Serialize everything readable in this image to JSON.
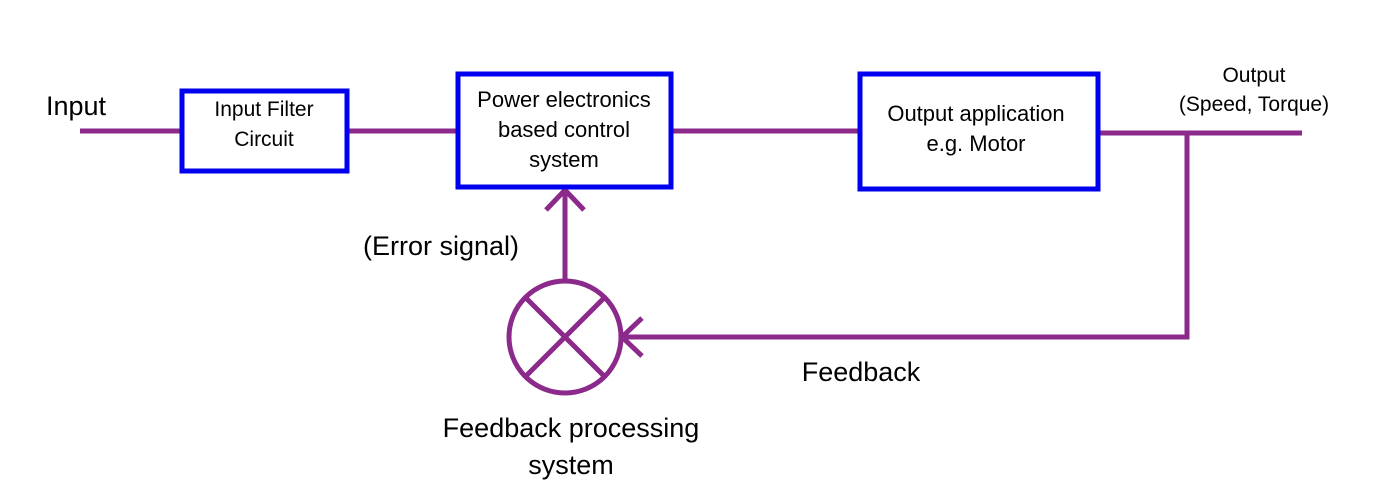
{
  "colors": {
    "box_stroke": "#0000EE",
    "wire": "#8B2A8B",
    "text": "#000000"
  },
  "labels": {
    "input": "Input",
    "output_line1": "Output",
    "output_line2": "(Speed, Torque)",
    "error_signal": "(Error signal)",
    "feedback": "Feedback",
    "feedback_proc_line1": "Feedback processing",
    "feedback_proc_line2": "system"
  },
  "blocks": {
    "input_filter": {
      "line1": "Input Filter",
      "line2": "Circuit"
    },
    "power_electronics": {
      "line1": "Power electronics",
      "line2": "based control",
      "line3": "system"
    },
    "output_application": {
      "line1": "Output application",
      "line2": "e.g. Motor"
    }
  }
}
